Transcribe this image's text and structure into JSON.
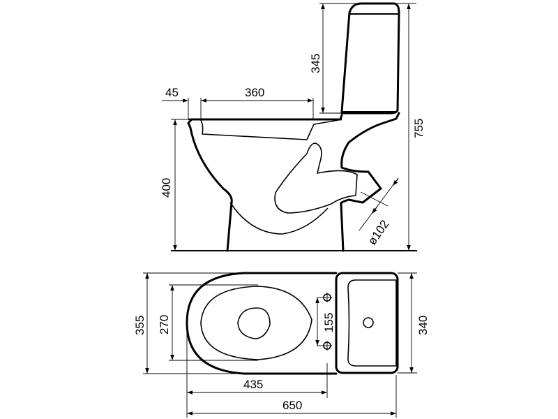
{
  "drawing": {
    "subject": "toilet",
    "views": [
      "side",
      "plan"
    ],
    "colors": {
      "line": "#000000",
      "background": "#ffffff"
    }
  },
  "side_view": {
    "dimensions": {
      "seat_front_offset": "45",
      "seat_length": "360",
      "cistern_height": "345",
      "total_height": "755",
      "rim_height": "400",
      "outlet_diameter": "ø102"
    }
  },
  "plan_view": {
    "dimensions": {
      "bowl_width": "355",
      "seat_width": "270",
      "fixing_hole_spacing": "155",
      "cistern_width": "340",
      "bowl_length": "435",
      "total_length": "650"
    }
  }
}
